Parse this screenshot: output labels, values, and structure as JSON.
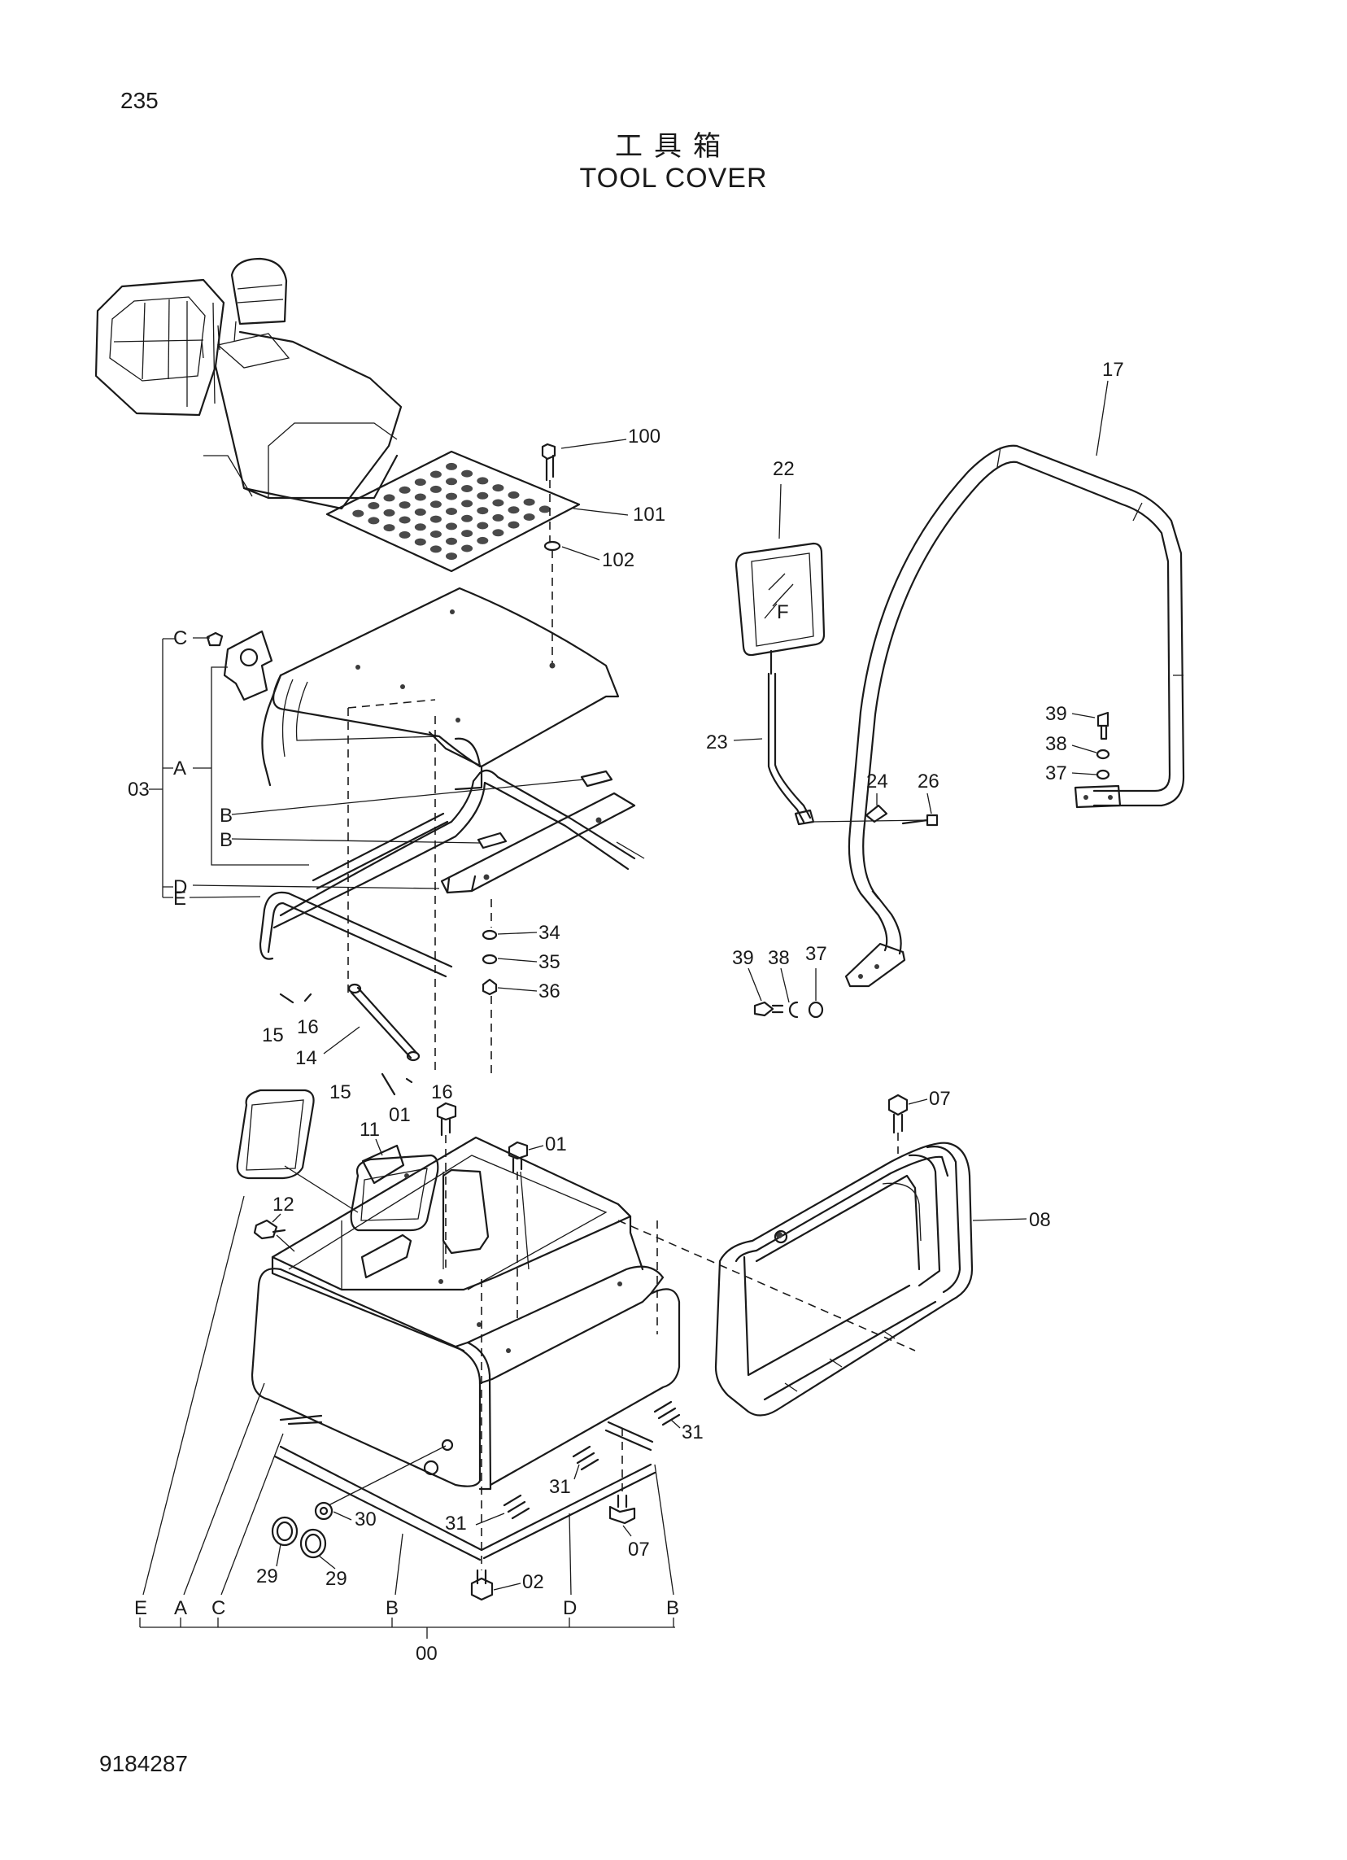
{
  "page_number": "235",
  "title_jp": "工具箱",
  "title_en": "TOOL COVER",
  "document_number": "9184287",
  "callouts": {
    "p100": "100",
    "p101": "101",
    "p102": "102",
    "p17": "17",
    "p22": "22",
    "p23": "23",
    "p24": "24",
    "p26": "26",
    "p39a": "39",
    "p38a": "38",
    "p37a": "37",
    "p39b": "39",
    "p38b": "38",
    "p37b": "37",
    "p03": "03",
    "pA": "A",
    "pB1": "B",
    "pB2": "B",
    "pC": "C",
    "pD": "D",
    "pE": "E",
    "p34": "34",
    "p35": "35",
    "p36": "36",
    "p15a": "15",
    "p16a": "16",
    "p14": "14",
    "p15b": "15",
    "p16b": "16",
    "p11": "11",
    "p01a": "01",
    "p01b": "01",
    "p12": "12",
    "p07a": "07",
    "p08": "08",
    "p31a": "31",
    "p31b": "31",
    "p31c": "31",
    "p30": "30",
    "p29a": "29",
    "p29b": "29",
    "p07b": "07",
    "p02": "02",
    "bE": "E",
    "bA": "A",
    "bC": "C",
    "bB1": "B",
    "bD": "D",
    "bB2": "B",
    "p00": "00"
  },
  "icons": {
    "machine": "excavator-upper-structure-icon",
    "plate": "perforated-cover-plate-icon",
    "mirror": "rear-view-mirror-icon",
    "handrail": "handrail-icon",
    "lid": "tool-box-lid-icon",
    "box": "tool-box-body-icon",
    "side_cover": "side-cover-icon"
  }
}
